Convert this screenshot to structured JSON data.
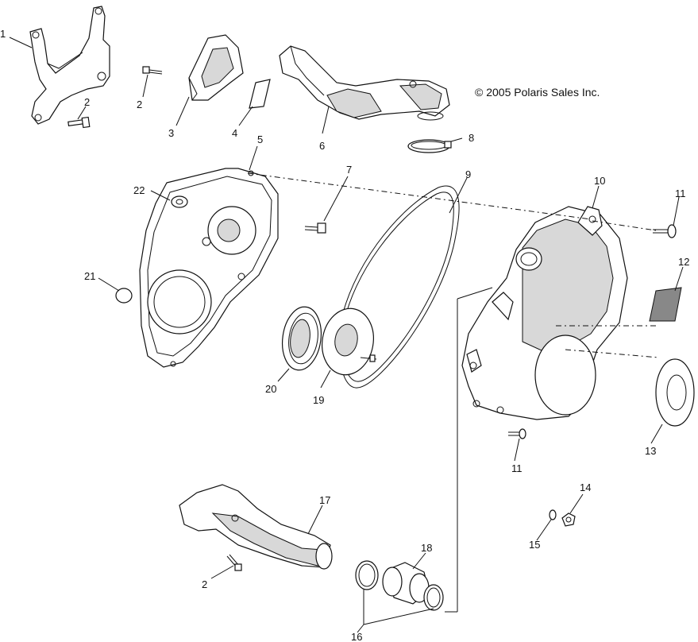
{
  "copyright": "© 2005 Polaris Sales Inc.",
  "callouts": [
    {
      "id": "c1",
      "text": "1"
    },
    {
      "id": "c2a",
      "text": "2"
    },
    {
      "id": "c2b",
      "text": "2"
    },
    {
      "id": "c3",
      "text": "3"
    },
    {
      "id": "c4",
      "text": "4"
    },
    {
      "id": "c5",
      "text": "5"
    },
    {
      "id": "c6",
      "text": "6"
    },
    {
      "id": "c7",
      "text": "7"
    },
    {
      "id": "c8",
      "text": "8"
    },
    {
      "id": "c9",
      "text": "9"
    },
    {
      "id": "c10",
      "text": "10"
    },
    {
      "id": "c11a",
      "text": "11"
    },
    {
      "id": "c11b",
      "text": "11"
    },
    {
      "id": "c12",
      "text": "12"
    },
    {
      "id": "c13",
      "text": "13"
    },
    {
      "id": "c14",
      "text": "14"
    },
    {
      "id": "c15",
      "text": "15"
    },
    {
      "id": "c16",
      "text": "16"
    },
    {
      "id": "c17",
      "text": "17"
    },
    {
      "id": "c18",
      "text": "18"
    },
    {
      "id": "c19",
      "text": "19"
    },
    {
      "id": "c20",
      "text": "20"
    },
    {
      "id": "c21",
      "text": "21"
    },
    {
      "id": "c22",
      "text": "22"
    },
    {
      "id": "c2c",
      "text": "2"
    }
  ]
}
